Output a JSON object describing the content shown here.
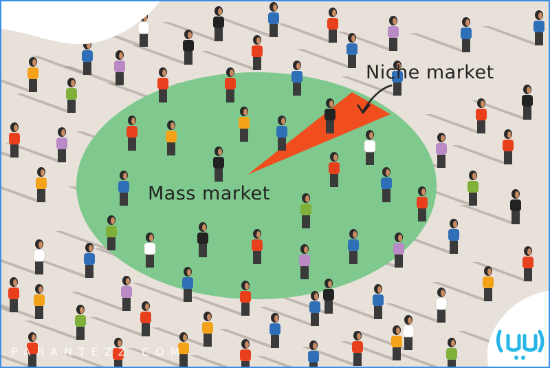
{
  "labels": {
    "niche_market": "Niche market",
    "mass_market": "Mass market"
  },
  "watermark": "PARANTEZZ.COM",
  "logo": {
    "name": "parantezz-logo",
    "color": "#27b7e6"
  },
  "colors": {
    "background": "#e7e1d9",
    "mass_circle": "#7fc98f",
    "niche_wedge": "#f04e1e",
    "person_palette": [
      "#e8401c",
      "#f3a21a",
      "#2f6fb8",
      "#7fb03a",
      "#b98ac6",
      "#ffffff",
      "#222222"
    ]
  }
}
